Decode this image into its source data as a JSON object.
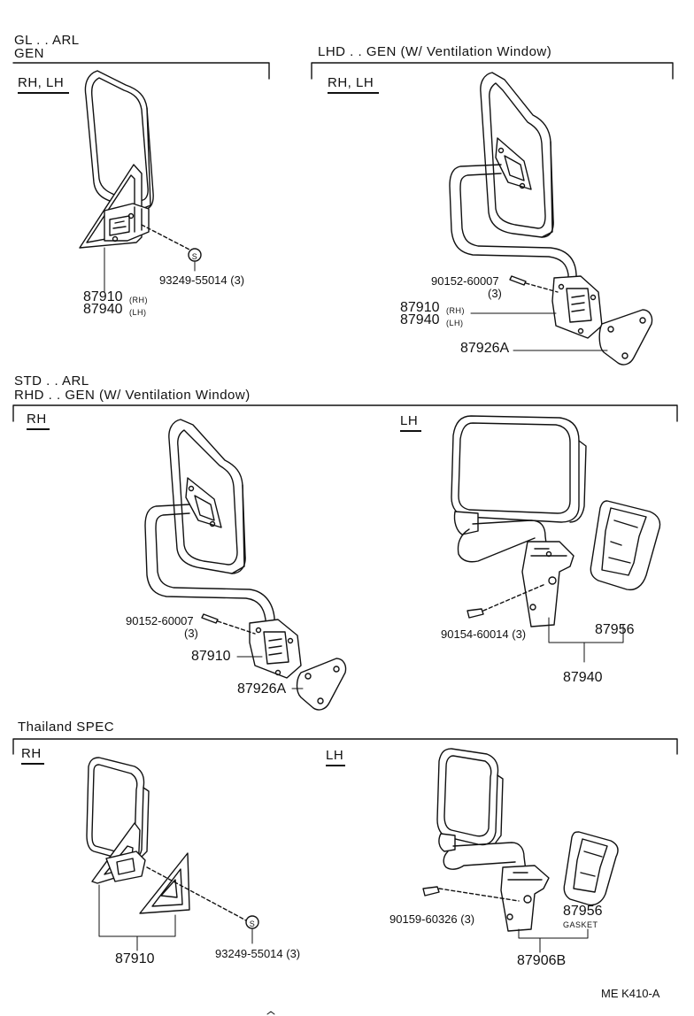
{
  "sections": {
    "s1": {
      "title_line1": "GL . . ARL",
      "title_line2": "GEN",
      "sub": "RH, LH",
      "screw": "93249-55014 (3)",
      "part_a": "87910",
      "part_a_side": "(RH)",
      "part_b": "87940",
      "part_b_side": "(LH)",
      "screw_symbol": "S"
    },
    "s2": {
      "title": "LHD . . GEN (W/ Ventilation Window)",
      "sub": "RH, LH",
      "bolt": "90152-60007",
      "bolt_qty": "(3)",
      "part_a": "87910",
      "part_a_side": "(RH)",
      "part_b": "87940",
      "part_b_side": "(LH)",
      "plate": "87926A"
    },
    "s3": {
      "title_line1": "STD . . ARL",
      "title_line2": "RHD . . GEN (W/ Ventilation Window)",
      "rh": {
        "sub": "RH",
        "bolt": "90152-60007",
        "bolt_qty": "(3)",
        "part": "87910",
        "plate": "87926A"
      },
      "lh": {
        "sub": "LH",
        "bolt": "90154-60014 (3)",
        "cover": "87956",
        "part": "87940"
      }
    },
    "s4": {
      "title": "Thailand SPEC",
      "rh": {
        "sub": "RH",
        "part": "87910",
        "screw": "93249-55014 (3)",
        "screw_symbol": "S"
      },
      "lh": {
        "sub": "LH",
        "bolt": "90159-60326 (3)",
        "gasket_part": "87956",
        "gasket_label": "GASKET",
        "part": "87906B"
      }
    }
  },
  "footer": {
    "code": "ME  K410-A"
  }
}
